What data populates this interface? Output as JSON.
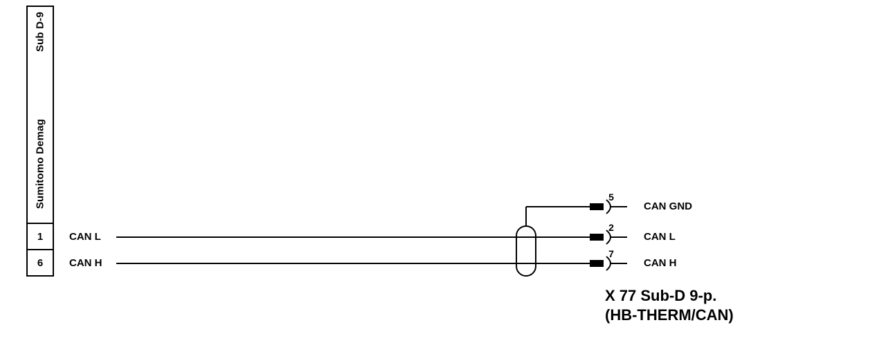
{
  "diagram": {
    "left_connector": {
      "type_label": "Sub D-9",
      "name_label": "Sumitomo Demag",
      "pins": [
        {
          "number": "1",
          "signal": "CAN L"
        },
        {
          "number": "6",
          "signal": "CAN H"
        }
      ]
    },
    "right_connector": {
      "title_line1": "X 77 Sub-D 9-p.",
      "title_line2": "(HB-THERM/CAN)",
      "pins": [
        {
          "number": "5",
          "signal": "CAN GND"
        },
        {
          "number": "2",
          "signal": "CAN L"
        },
        {
          "number": "7",
          "signal": "CAN H"
        }
      ]
    },
    "colors": {
      "line": "#000000",
      "background": "#ffffff"
    }
  }
}
